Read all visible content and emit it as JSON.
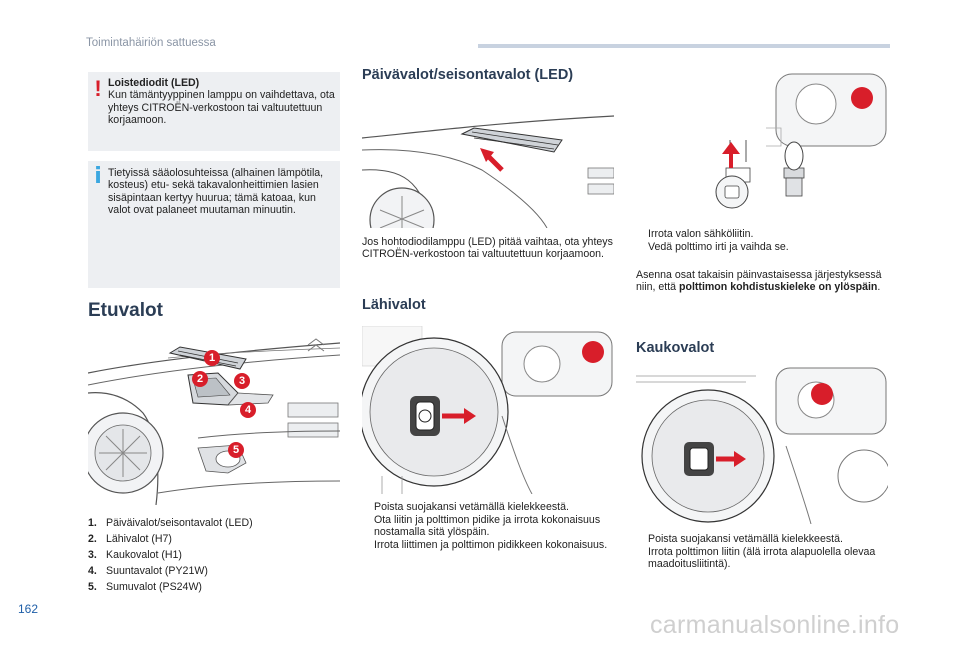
{
  "header": {
    "title": "Toimintahäiriön sattuessa"
  },
  "page_number": "162",
  "watermark": "carmanualsonline.info",
  "warning": {
    "title": "Loistediodit (LED)",
    "text": "Kun tämäntyyppinen lamppu on vaihdettava, ota yhteys CITROËN-verkostoon tai valtuutettuun korjaamoon."
  },
  "info": {
    "text": "Tietyissä sääolosuhteissa (alhainen lämpötila, kosteus) etu- sekä takavalonheittimien lasien sisäpintaan kertyy huurua; tämä katoaa, kun valot ovat palaneet muutaman minuutin."
  },
  "front_lights": {
    "heading": "Etuvalot",
    "markers": [
      "1",
      "2",
      "3",
      "4",
      "5"
    ],
    "items": [
      {
        "num": "1.",
        "label": "Päiväivalot/seisontavalot (LED)"
      },
      {
        "num": "2.",
        "label": "Lähivalot (H7)"
      },
      {
        "num": "3.",
        "label": "Kaukovalot (H1)"
      },
      {
        "num": "4.",
        "label": "Suuntavalot (PY21W)"
      },
      {
        "num": "5.",
        "label": "Sumuvalot (PS24W)"
      }
    ]
  },
  "drl": {
    "heading": "Päivävalot/seisontavalot (LED)",
    "text": "Jos hohtodiodilamppu (LED) pitää vaihtaa, ota yhteys CITROËN-verkostoon tai valtuutettuun korjaamoon."
  },
  "low_beam": {
    "heading": "Lähivalot",
    "steps": [
      "Poista suojakansi vetämällä kielekkeestä.",
      "Ota liitin ja polttimon pidike ja irrota kokonaisuus nostamalla sitä ylöspäin.",
      "Irrota liittimen ja polttimon pidikkeen kokonaisuus."
    ]
  },
  "bulb_change": {
    "steps": [
      "Irrota valon sähköliitin.",
      "Vedä polttimo irti ja vaihda se."
    ],
    "reassembly_prefix": "Asenna osat takaisin päinvastaisessa järjestyksessä niin, että ",
    "reassembly_bold": "polttimon kohdistuskieleke on ylöspäin",
    "reassembly_suffix": "."
  },
  "high_beam": {
    "heading": "Kaukovalot",
    "steps": [
      "Poista suojakansi vetämällä kielekkeestä.",
      "Irrota polttimon liitin (älä irrota alapuolella olevaa maadoitusliitintä)."
    ]
  },
  "bullet_glyph": "",
  "colors": {
    "heading": "#2b3d55",
    "accent_red": "#d81e2a",
    "info_blue": "#3ba7e0",
    "page_num": "#1f5fa8"
  }
}
